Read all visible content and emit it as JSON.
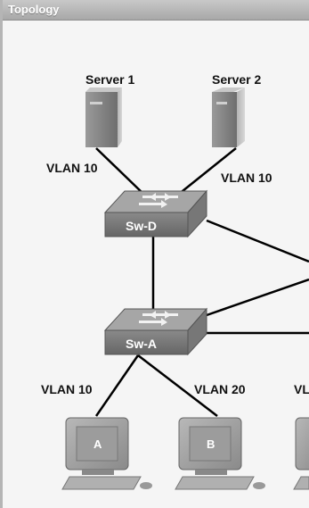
{
  "window": {
    "title": "Topology"
  },
  "devices": {
    "server1": "Server 1",
    "server2": "Server 2",
    "switch_d": "Sw-D",
    "switch_a": "Sw-A",
    "pc_a": "A",
    "pc_b": "B"
  },
  "links": {
    "server1_vlan": "VLAN 10",
    "server2_vlan": "VLAN 10",
    "pc_a_vlan": "VLAN 10",
    "pc_b_vlan": "VLAN 20",
    "partial_vlan": "VL"
  },
  "colors": {
    "background": "#f5f5f5",
    "device_gray": "#8c8c8c",
    "link": "#000000"
  }
}
